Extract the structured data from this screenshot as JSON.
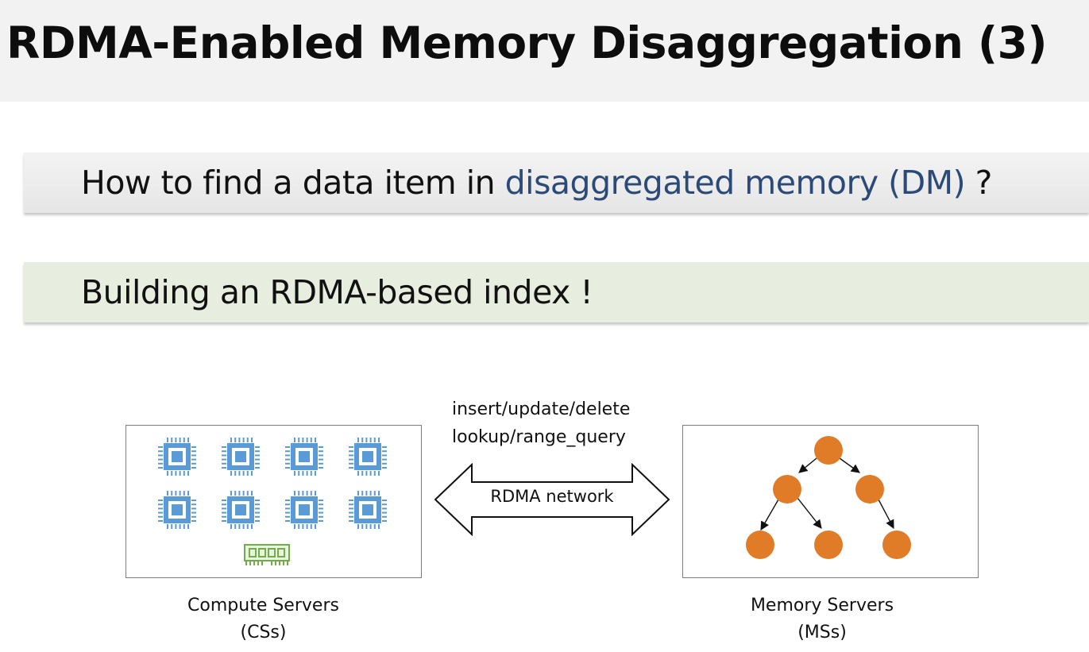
{
  "slide": {
    "title": "RDMA-Enabled Memory Disaggregation (3)",
    "question_prefix": "How to find a data item in ",
    "question_highlight": "disaggregated memory (DM)",
    "question_suffix": " ?",
    "answer": "Building an RDMA-based index !"
  },
  "diagram": {
    "operations_line1": "insert/update/delete",
    "operations_line2": "lookup/range_query",
    "network_label": "RDMA network",
    "compute": {
      "caption_line1": "Compute Servers",
      "caption_line2": "(CSs)",
      "cpu_count": 8,
      "memory_module_count": 1
    },
    "memory": {
      "caption_line1": "Memory Servers",
      "caption_line2": "(MSs)",
      "tree_node_count": 6
    }
  },
  "colors": {
    "highlight_text": "#2c4a78",
    "answer_banner": "#e8eedf",
    "cpu_icon": "#5b9bd5",
    "ram_icon": "#70ad47",
    "tree_node": "#e07b27"
  }
}
